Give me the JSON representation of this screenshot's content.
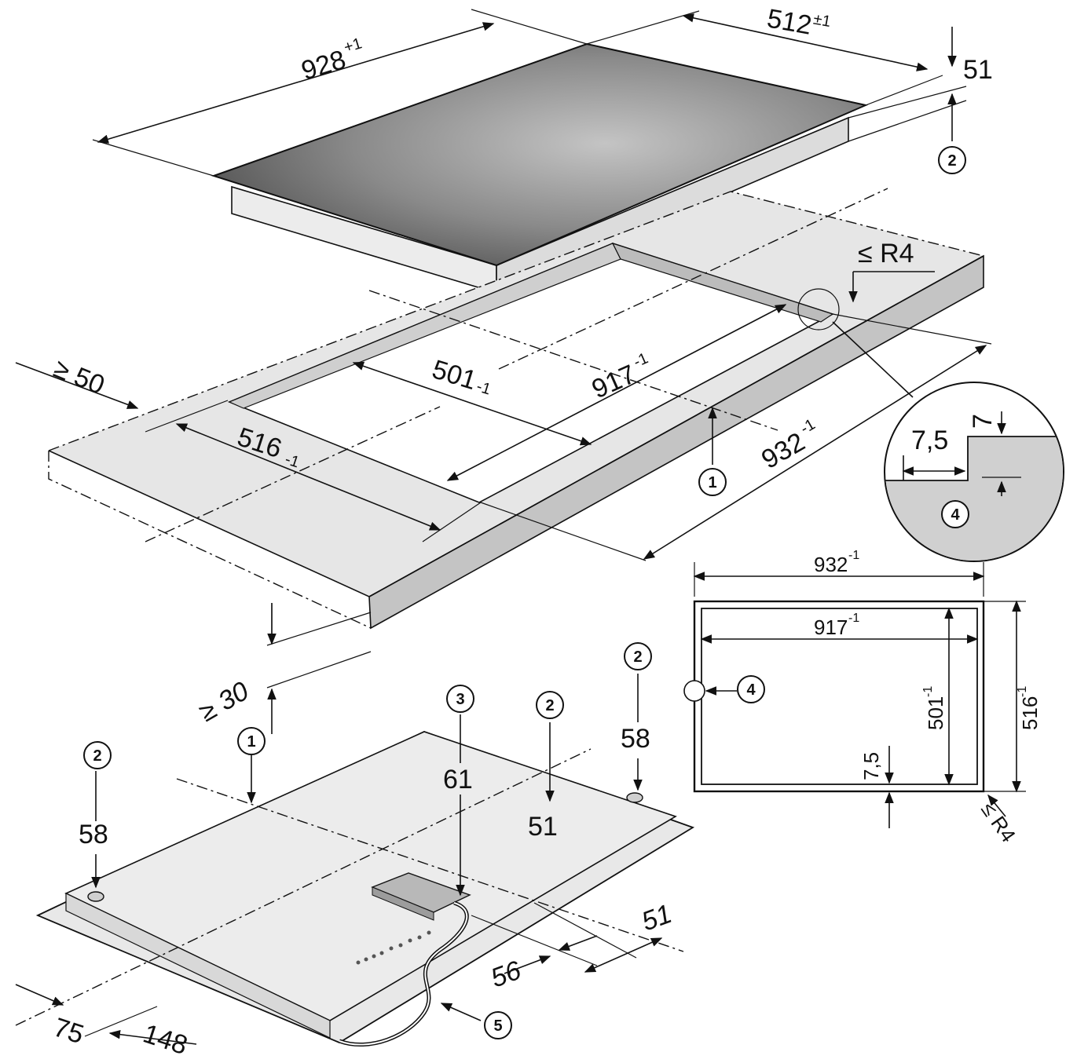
{
  "dimensions": {
    "hob_length": "928",
    "hob_length_tol": "+1",
    "hob_depth": "512",
    "hob_depth_tol": "±1",
    "hob_height": "51",
    "min_front_gap": "≥ 50",
    "cutout_inner_depth": "501",
    "cutout_inner_depth_tol": "-1",
    "cutout_inner_length": "917",
    "cutout_inner_length_tol": "-1",
    "cutout_outer_length": "932",
    "cutout_outer_length_tol": "-1",
    "cutout_outer_depth": "516",
    "cutout_outer_depth_tol": "-1",
    "corner_radius": "≤ R4",
    "min_below_gap": "≥ 30",
    "step_width": "7,5",
    "step_height": "7",
    "depth_58_left": "58",
    "depth_58_right": "58",
    "depth_61": "61",
    "depth_51_center": "51",
    "offset_51": "51",
    "offset_56": "56",
    "offset_75": "75",
    "offset_148": "148"
  },
  "callouts": [
    "1",
    "2",
    "3",
    "4",
    "5"
  ],
  "colors": {
    "glass_dark": "#4a4a4a",
    "glass_light": "#b9b9b9",
    "worktop": "#e6e6e6",
    "worktop_edge": "#c4c4c4",
    "detail_fill": "#d0d0d0"
  }
}
